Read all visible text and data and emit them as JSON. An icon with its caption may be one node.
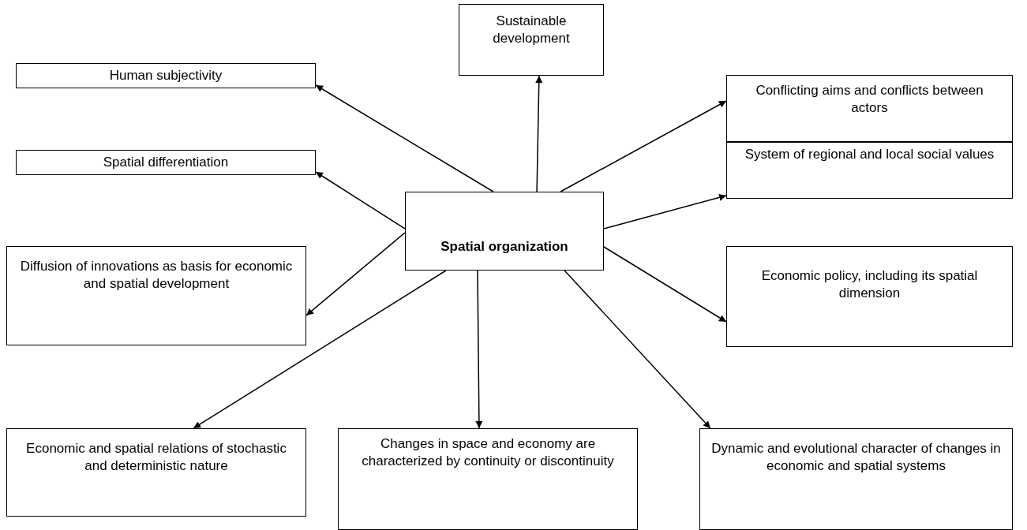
{
  "diagram": {
    "nodes": [
      {
        "text": [
          "Spatial organization"
        ]
      },
      {
        "text": [
          "Human subjectivity"
        ]
      },
      {
        "text": [
          "Sustainable development"
        ]
      },
      {
        "text": [
          "Conflicting aims and conflicts between actors"
        ]
      },
      {
        "text": [
          "Spatial differentiation"
        ]
      },
      {
        "text": [
          "System of regional and local social values"
        ]
      },
      {
        "text": [
          "Diffusion of innovations as basis for economic and spatial development"
        ]
      },
      {
        "text": [
          "Economic policy, including its spatial dimension"
        ]
      },
      {
        "text": [
          "Economic and spatial relations of stochastic and deterministic nature"
        ]
      },
      {
        "text": [
          "Changes in space and economy are characterized by continuity or discontinuity"
        ]
      },
      {
        "text": [
          "Dynamic and evolutional character of changes in economic and spatial systems"
        ]
      }
    ],
    "edges": [
      {
        "from": 0,
        "to": 1,
        "arrow": "to"
      },
      {
        "from": 0,
        "to": 2,
        "arrow": "to"
      },
      {
        "from": 0,
        "to": 3,
        "arrow": "to"
      },
      {
        "from": 0,
        "to": 4,
        "arrow": "to"
      },
      {
        "from": 0,
        "to": 5,
        "arrow": "to"
      },
      {
        "from": 0,
        "to": 6,
        "arrow": "to"
      },
      {
        "from": 0,
        "to": 7,
        "arrow": "to"
      },
      {
        "from": 0,
        "to": 8,
        "arrow": "to"
      },
      {
        "from": 0,
        "to": 9,
        "arrow": "to"
      },
      {
        "from": 0,
        "to": 10,
        "arrow": "to"
      }
    ]
  }
}
